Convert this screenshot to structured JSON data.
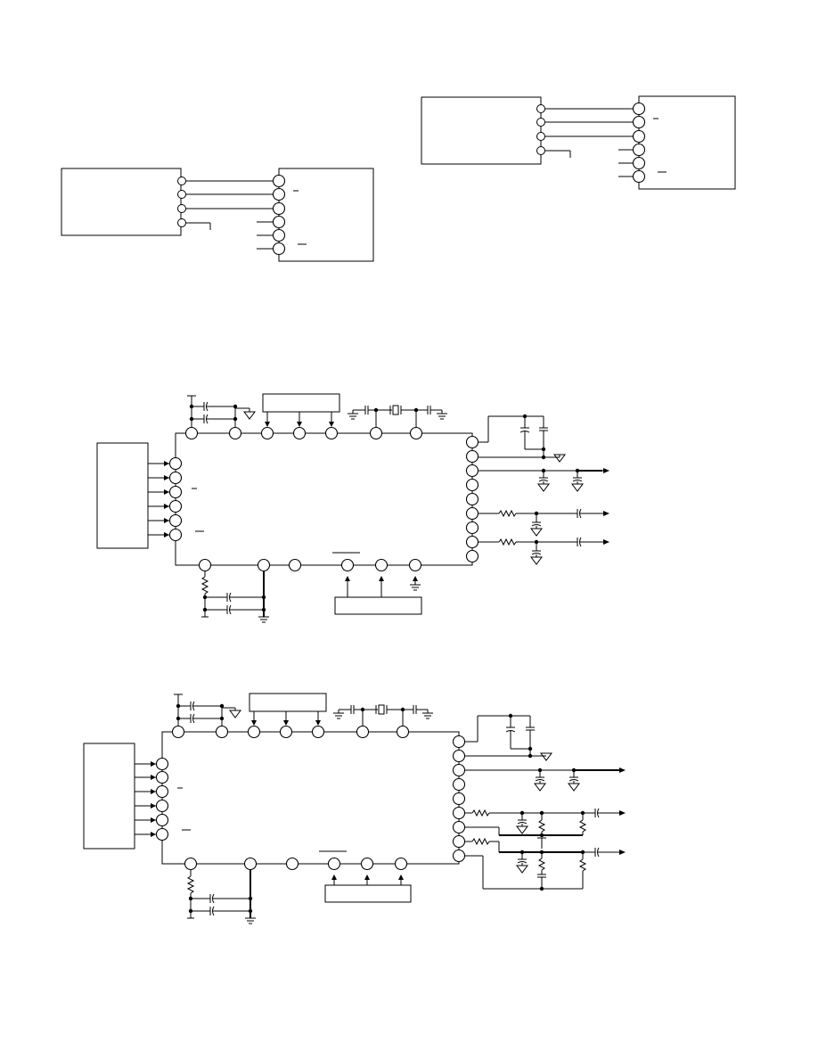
{
  "page": {
    "background": "#ffffff",
    "ink": "#000000"
  },
  "figures": [
    {
      "name": "interface-diagram-left",
      "text": []
    },
    {
      "name": "interface-diagram-right",
      "text": []
    },
    {
      "name": "application-circuit-1",
      "text": []
    },
    {
      "name": "application-circuit-2",
      "text": []
    }
  ]
}
